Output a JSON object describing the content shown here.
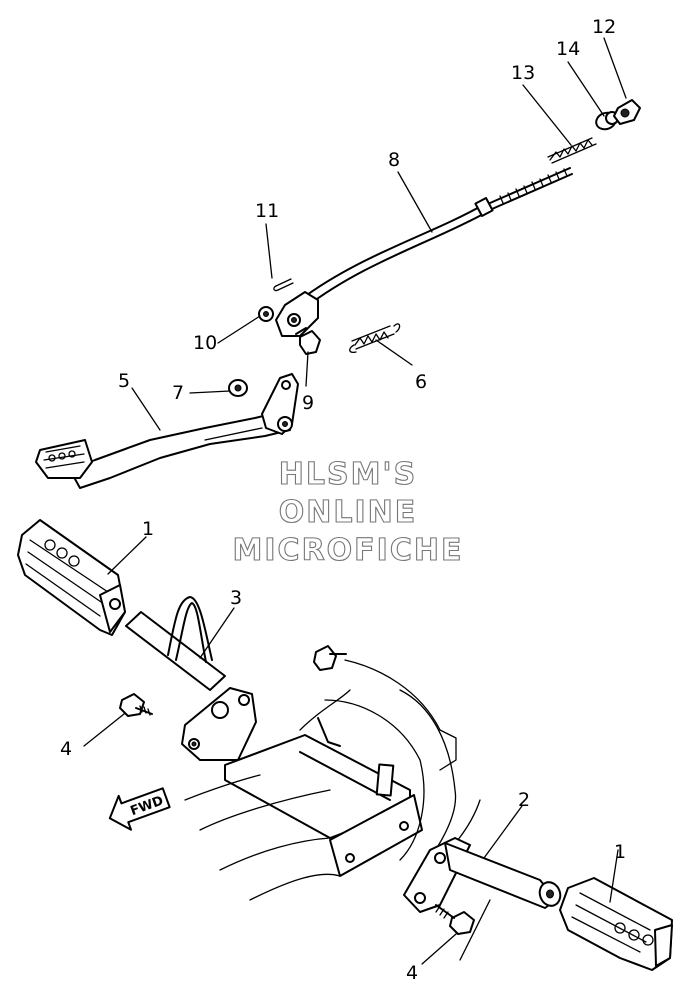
{
  "watermark": {
    "line1": "HLSM'S",
    "line2": "ONLINE",
    "line3": "MICROFICHE"
  },
  "direction_arrow": {
    "label": "FWD"
  },
  "callouts": {
    "c1a": "1",
    "c1b": "1",
    "c2": "2",
    "c3": "3",
    "c4a": "4",
    "c4b": "4",
    "c5": "5",
    "c6": "6",
    "c7": "7",
    "c8": "8",
    "c9": "9",
    "c10": "10",
    "c11": "11",
    "c12": "12",
    "c13": "13",
    "c14": "14"
  }
}
